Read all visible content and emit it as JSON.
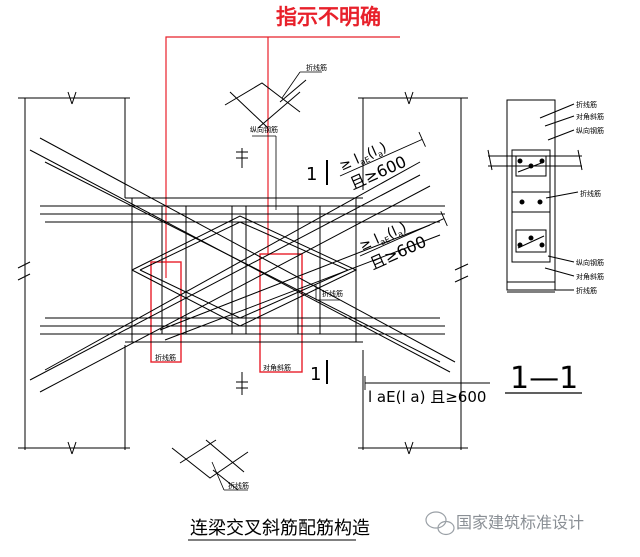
{
  "annotation": {
    "text": "指示不明确",
    "color": "#e8202a"
  },
  "labels": {
    "top_bar": "折线筋",
    "top_longitudinal": "纵向钢筋",
    "left_box": "折线筋",
    "right_box": "对角斜筋",
    "mid_right": "折线筋",
    "bottom_bar": "折线筋"
  },
  "dimensions": {
    "dim1_main": "≥ l",
    "dim1_paren": "(l",
    "dim1_sub": "aE",
    "dim1_close": ")",
    "dim1_second": "且≥600",
    "dim2_main": "≥ l",
    "dim2_sub": "aE",
    "dim2_paren": "(l",
    "dim2_close": ")",
    "dim2_second": "且≥600",
    "dim3": "l aE(l a) 且≥600"
  },
  "section_marks": {
    "top": "1",
    "bottom": "1"
  },
  "section": {
    "title": "1—1",
    "labels": [
      "折线筋",
      "对角斜筋",
      "纵向钢筋",
      "折线筋",
      "纵向钢筋",
      "对角斜筋",
      "折线筋"
    ]
  },
  "caption": "连梁交叉斜筋配筋构造",
  "watermark": "国家建筑标准设计"
}
